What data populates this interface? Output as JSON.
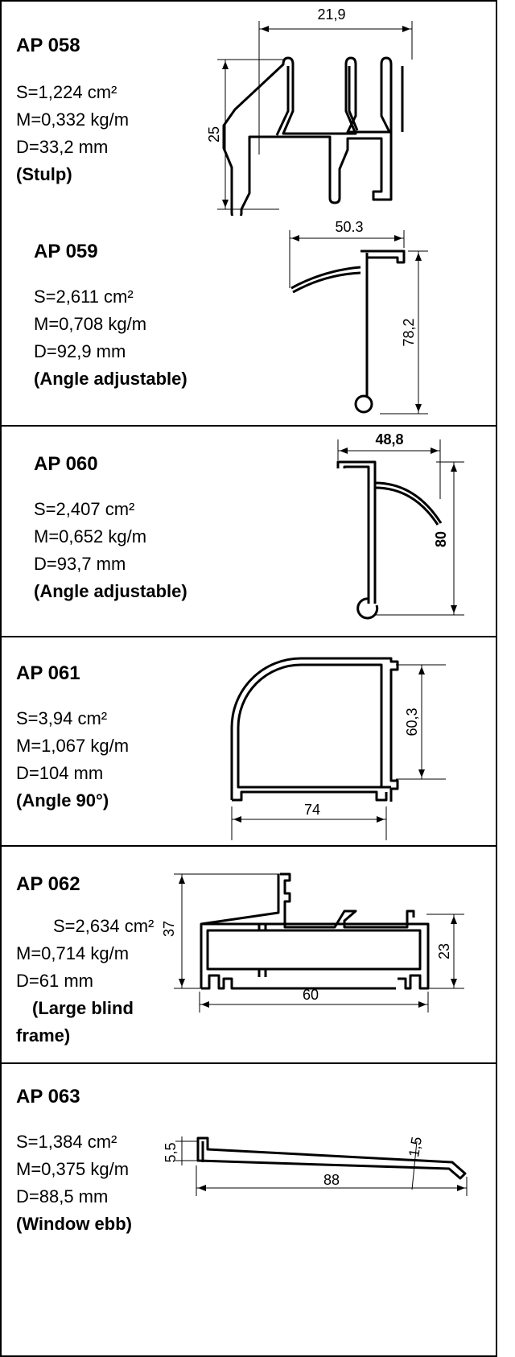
{
  "profiles": [
    {
      "code": "AP 058",
      "s": "S=1,224 cm²",
      "m": "M=0,332 kg/m",
      "d": "D=33,2 mm",
      "note": "(Stulp)",
      "dims": [
        "21,9",
        "25"
      ]
    },
    {
      "code": "AP 059",
      "s": "S=2,611 cm²",
      "m": "M=0,708 kg/m",
      "d": "D=92,9 mm",
      "note": "(Angle adjustable)",
      "dims": [
        "50.3",
        "78,2"
      ]
    },
    {
      "code": "AP 060",
      "s": "S=2,407 cm²",
      "m": "M=0,652 kg/m",
      "d": "D=93,7 mm",
      "note": "(Angle adjustable)",
      "dims": [
        "48,8",
        "80"
      ]
    },
    {
      "code": "AP 061",
      "s": "S=3,94 cm²",
      "m": "M=1,067 kg/m",
      "d": "D=104 mm",
      "note": "(Angle 90°)",
      "dims": [
        "60,3",
        "74"
      ]
    },
    {
      "code": "AP 062",
      "s": "S=2,634 cm²",
      "m": "M=0,714 kg/m",
      "d": "D=61 mm",
      "note": "(Large blind frame)",
      "note_line1": "(Large blind",
      "note_line2": "frame)",
      "dims": [
        "37",
        "23",
        "60"
      ]
    },
    {
      "code": "AP 063",
      "s": "S=1,384 cm²",
      "m": "M=0,375 kg/m",
      "d": "D=88,5 mm",
      "note": "(Window ebb)",
      "dims": [
        "5,5",
        "1,5",
        "88"
      ]
    }
  ]
}
